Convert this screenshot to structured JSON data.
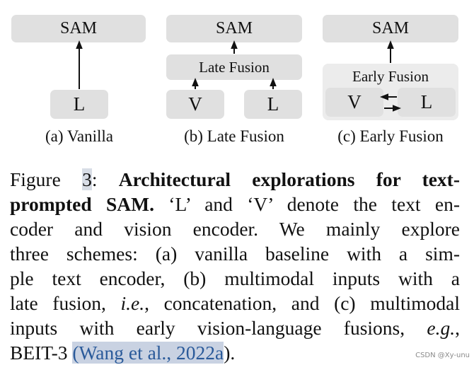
{
  "diagram": {
    "panel_a": {
      "sam_label": "SAM",
      "text_encoder_label": "L",
      "caption": "(a) Vanilla"
    },
    "panel_b": {
      "sam_label": "SAM",
      "fusion_label": "Late Fusion",
      "vision_encoder_label": "V",
      "text_encoder_label": "L",
      "caption": "(b) Late Fusion"
    },
    "panel_c": {
      "sam_label": "SAM",
      "fusion_label": "Early Fusion",
      "vision_encoder_label": "V",
      "text_encoder_label": "L",
      "caption": "(c) Early Fusion"
    }
  },
  "caption_text": {
    "figure_word": "Figure ",
    "figure_number": "3",
    "after_number": ": ",
    "bold_title_part1": "Architectural explorations for text-",
    "bold_title_part2": "prompted SAM.",
    "line2_rest": " ‘L’ and ‘V’ denote the text en-",
    "line3": "coder and vision encoder.  We mainly explore",
    "line4": "three schemes: (a) vanilla baseline with a sim-",
    "line5": "ple text encoder, (b) multimodal inputs with a",
    "line6_a": "late fusion, ",
    "line6_ie": "i.e.",
    "line6_b": ", concatenation, and (c) multimodal",
    "line7_a": "inputs with early vision-language fusions, ",
    "line7_eg": "e.g.",
    "line7_b": ",",
    "line8_a": "BEIT-3 ",
    "line8_paren_open": "(",
    "line8_cite": "Wang et al., 2022a",
    "line8_paren_close": ")."
  },
  "watermark": "CSDN @Xy-unu",
  "colors": {
    "box_fill": "#e0e0e0",
    "container_fill": "#ececec",
    "citation_text": "#2a5a9a",
    "citation_highlight": "#c9d2e2"
  }
}
